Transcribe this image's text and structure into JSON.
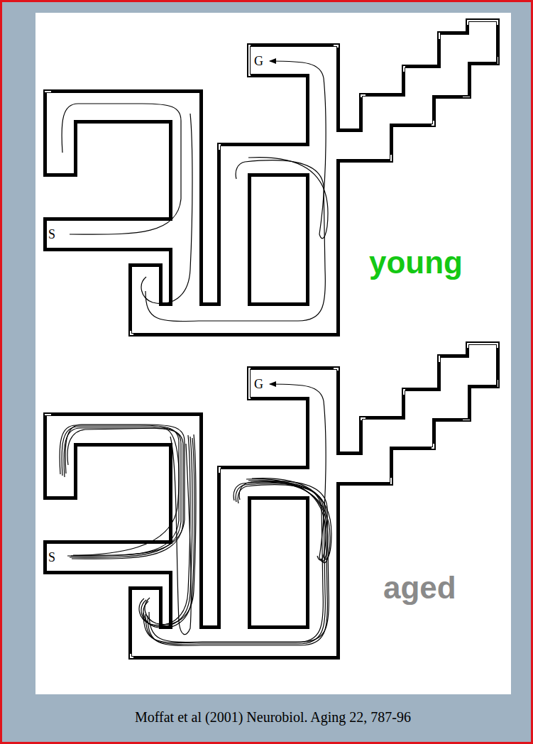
{
  "diagram": {
    "caption": "Moffat et al (2001) Neurobiol. Aging 22, 787-96",
    "labels": [
      "G",
      "S",
      "young",
      "G",
      "S",
      "aged"
    ]
  }
}
